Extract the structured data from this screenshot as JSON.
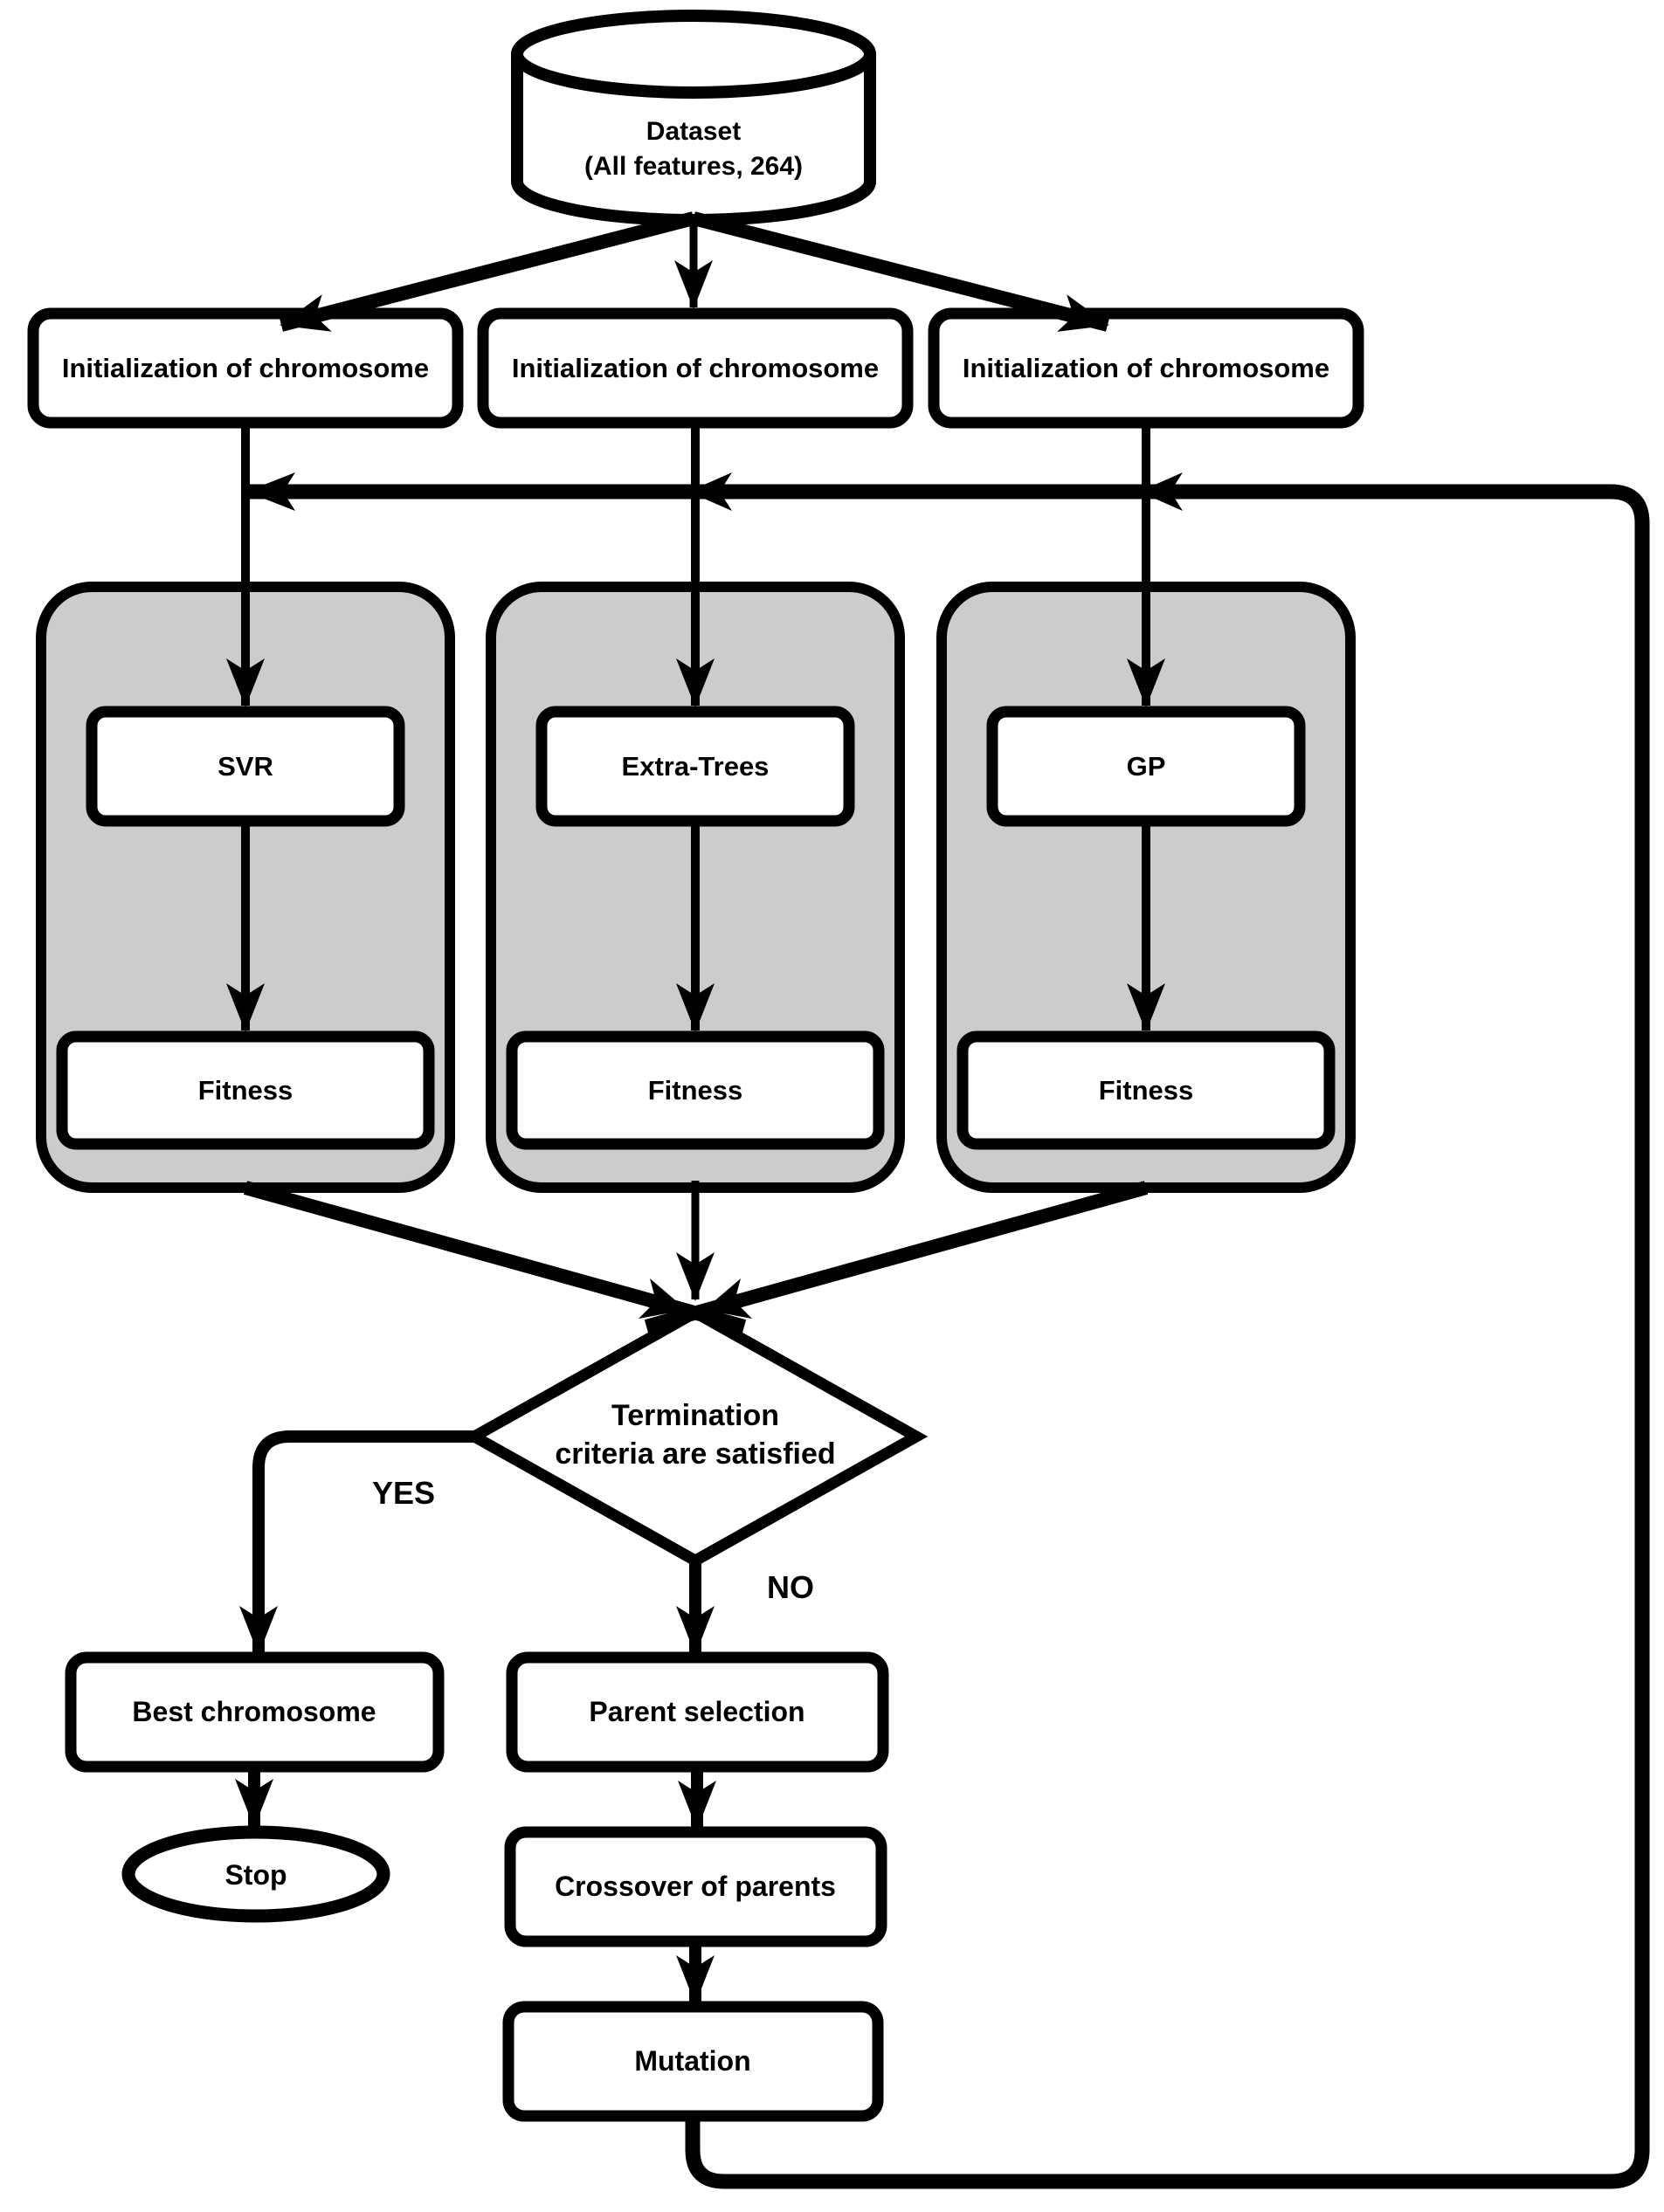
{
  "diagram_type": "flowchart",
  "colors": {
    "line": "#000000",
    "text": "#000000",
    "box_fill": "#ffffff",
    "container_fill": "#cccccc",
    "background": "#ffffff"
  },
  "nodes": {
    "dataset": {
      "shape": "cylinder",
      "line1": "Dataset",
      "line2": "(All features, 264)"
    },
    "init_chromosome_1": {
      "shape": "rounded-rect",
      "label": "Initialization of chromosome"
    },
    "init_chromosome_2": {
      "shape": "rounded-rect",
      "label": "Initialization of chromosome"
    },
    "init_chromosome_3": {
      "shape": "rounded-rect",
      "label": "Initialization of chromosome"
    },
    "model_svr": {
      "shape": "rounded-rect",
      "label": "SVR"
    },
    "model_extra_trees": {
      "shape": "rounded-rect",
      "label": "Extra-Trees"
    },
    "model_gp": {
      "shape": "rounded-rect",
      "label": "GP"
    },
    "fitness_1": {
      "shape": "rounded-rect",
      "label": "Fitness"
    },
    "fitness_2": {
      "shape": "rounded-rect",
      "label": "Fitness"
    },
    "fitness_3": {
      "shape": "rounded-rect",
      "label": "Fitness"
    },
    "termination_decision": {
      "shape": "diamond",
      "line1": "Termination",
      "line2": "criteria are satisfied"
    },
    "best_chromosome": {
      "shape": "rounded-rect",
      "label": "Best chromosome"
    },
    "stop": {
      "shape": "ellipse",
      "label": "Stop"
    },
    "parent_selection": {
      "shape": "rounded-rect",
      "label": "Parent selection"
    },
    "crossover": {
      "shape": "rounded-rect",
      "label": "Crossover of parents"
    },
    "mutation": {
      "shape": "rounded-rect",
      "label": "Mutation"
    }
  },
  "edge_labels": {
    "yes": "YES",
    "no": "NO"
  }
}
